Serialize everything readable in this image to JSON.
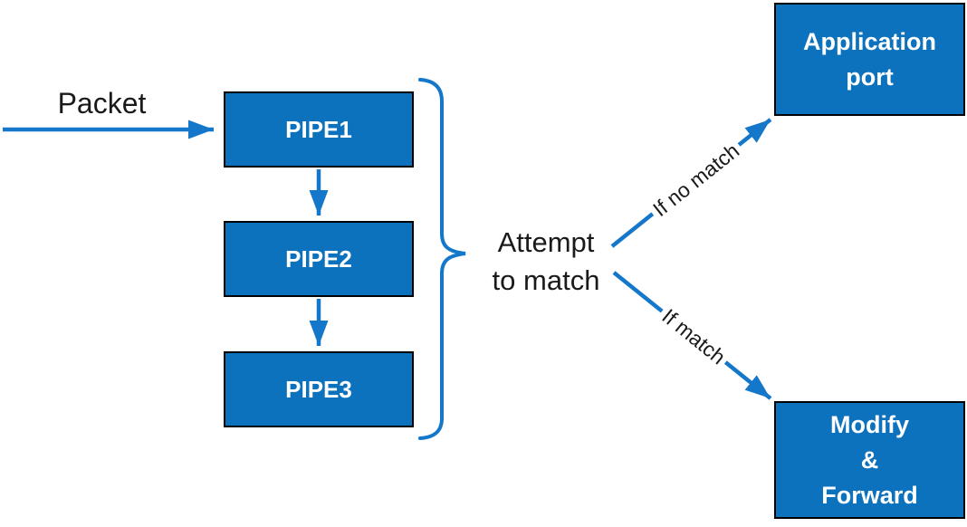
{
  "diagram": {
    "packet_label": "Packet",
    "pipes": [
      {
        "label": "PIPE1"
      },
      {
        "label": "PIPE2"
      },
      {
        "label": "PIPE3"
      }
    ],
    "brace_label": "Attempt\nto match",
    "edge_labels": {
      "no_match": "If no match",
      "match": "If match"
    },
    "outcomes": [
      {
        "label": "Application\nport"
      },
      {
        "label": "Modify\n&\nForward"
      }
    ]
  },
  "colors": {
    "background": "#ffffff",
    "node_fill": "#0d72bd",
    "node_border": "#000000",
    "node_text": "#ffffff",
    "arrow": "#1477ca",
    "label_text": "#1a1a1a"
  }
}
